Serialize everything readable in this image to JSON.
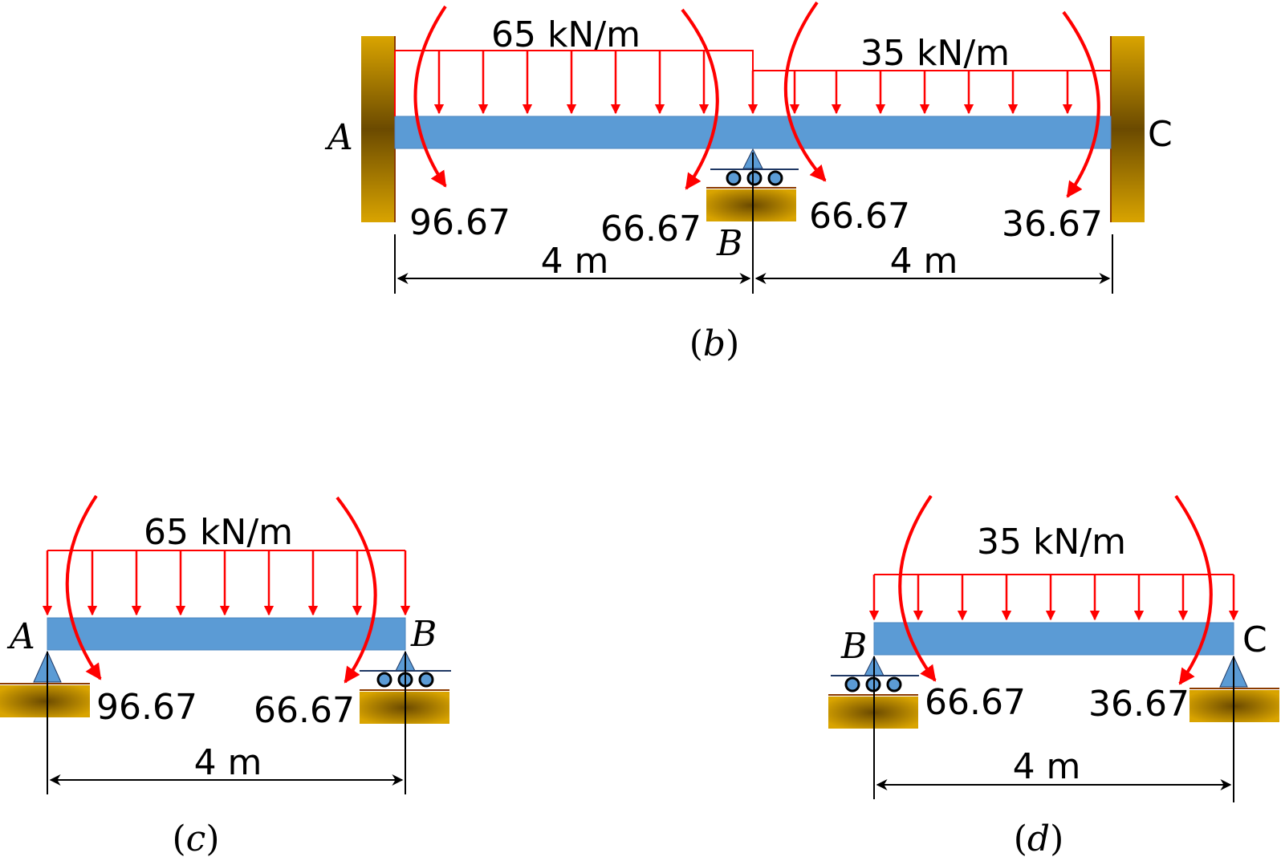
{
  "colors": {
    "beam": "#5b9bd5",
    "load": "#ff0000",
    "support": "#d4a300",
    "support_dark": "#6b4a00",
    "pin": "#5b9bd5",
    "ground_line": "#1f3864",
    "dimension": "#000000"
  },
  "fig_b": {
    "load_left": "65 kN/m",
    "load_right": "35 kN/m",
    "label_a": "A",
    "label_b": "B",
    "label_c": "C",
    "moment_a": "96.67",
    "moment_b_left": "66.67",
    "moment_b_right": "66.67",
    "moment_c": "36.67",
    "span_left": "4 m",
    "span_right": "4 m",
    "caption_open": "(",
    "caption_letter": "b",
    "caption_close": ")"
  },
  "fig_c": {
    "load": "65 kN/m",
    "label_a": "A",
    "label_b": "B",
    "moment_a": "96.67",
    "moment_b": "66.67",
    "span": "4 m",
    "caption_open": "(",
    "caption_letter": "c",
    "caption_close": ")"
  },
  "fig_d": {
    "load": "35 kN/m",
    "label_b": "B",
    "label_c": "C",
    "moment_b": "66.67",
    "moment_c": "36.67",
    "span": "4 m",
    "caption_open": "(",
    "caption_letter": "d",
    "caption_close": ")"
  }
}
